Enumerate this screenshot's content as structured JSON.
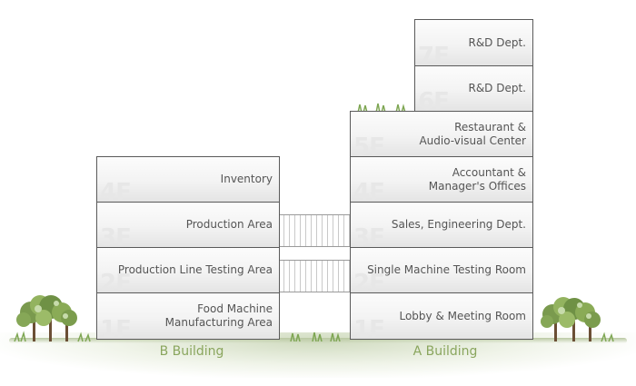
{
  "buildings": {
    "b": {
      "name": "B Building",
      "floors": [
        {
          "number": "4F",
          "label": "Inventory"
        },
        {
          "number": "3F",
          "label": "Production Area"
        },
        {
          "number": "2F",
          "label": "Production Line Testing Area"
        },
        {
          "number": "1F",
          "label": "Food Machine\nManufacturing Area"
        }
      ]
    },
    "a": {
      "name": "A Building",
      "floors": [
        {
          "number": "7F",
          "label": "R&D Dept."
        },
        {
          "number": "6F",
          "label": "R&D Dept."
        },
        {
          "number": "5F",
          "label": "Restaurant &\nAudio-visual Center"
        },
        {
          "number": "4F",
          "label": "Accountant &\nManager's Offices"
        },
        {
          "number": "3F",
          "label": "Sales, Engineering Dept."
        },
        {
          "number": "2F",
          "label": "Single Machine Testing Room"
        },
        {
          "number": "1F",
          "label": "Lobby & Meeting Room"
        }
      ]
    }
  },
  "colors": {
    "building_label": "#8aa65e",
    "floor_text": "#555555",
    "floor_number": "#e7e7e7"
  }
}
